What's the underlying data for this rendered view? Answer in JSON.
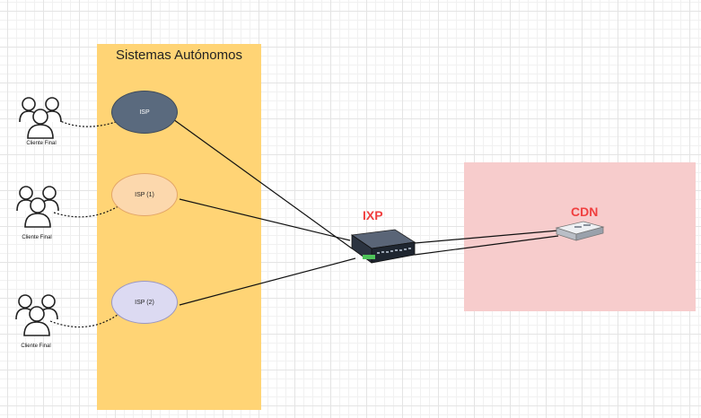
{
  "autonomous_systems": {
    "title": "Sistemas Autónomos"
  },
  "isps": [
    {
      "label": "ISP"
    },
    {
      "label": "ISP (1)"
    },
    {
      "label": "ISP (2)"
    }
  ],
  "clients": [
    {
      "label": "Cliente Final"
    },
    {
      "label": "Cliente Final"
    },
    {
      "label": "Cliente Final"
    }
  ],
  "ixp": {
    "label": "IXP"
  },
  "cdn": {
    "label": "CDN"
  },
  "colors": {
    "as_area": "#ffd475",
    "cdn_area": "#f7cccc",
    "isp_dark": "#5a6a7e",
    "isp_orange": "#fcd8ad",
    "isp_lavender": "#dcdaf2",
    "accent_label": "#f04040"
  }
}
